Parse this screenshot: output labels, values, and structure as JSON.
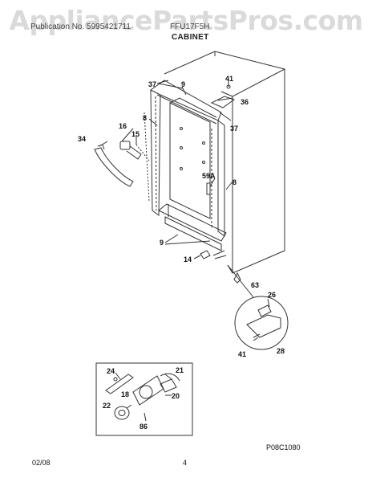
{
  "watermark": "AppliancePartsPros.com",
  "header": {
    "left": "Publication No. 5995421711",
    "right": "FFU17F5H",
    "section": "CABINET"
  },
  "callouts": {
    "c37a": "37",
    "c9a": "9",
    "c41a": "41",
    "c36": "36",
    "c37b": "37",
    "c8a": "8",
    "c16": "16",
    "c15": "15",
    "c34": "34",
    "c59a": "59A",
    "c8b": "8",
    "c9b": "9",
    "c14": "14",
    "c63": "63",
    "c26": "26",
    "c41b": "41",
    "c28": "28",
    "c24": "24",
    "c21": "21",
    "c18": "18",
    "c20": "20",
    "c22": "22",
    "c86": "86"
  },
  "diagram_code": "P08C1080",
  "footer": {
    "date": "02/08",
    "page": "4"
  }
}
